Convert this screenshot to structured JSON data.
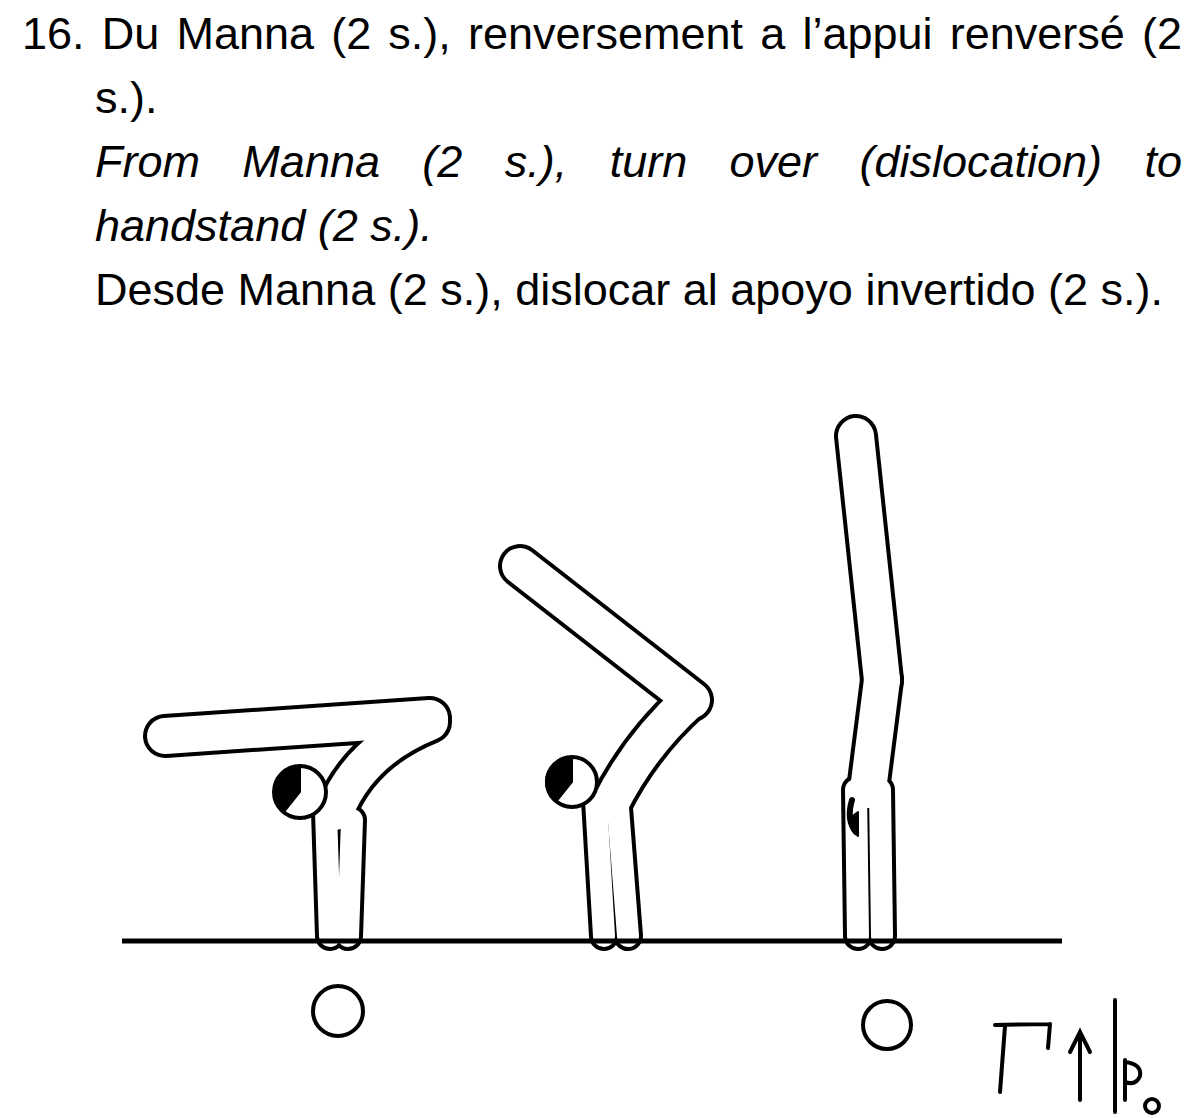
{
  "diagram": {
    "title": "16. Du Manna (2 s.), renversement a l’appui renversé (2 s.).",
    "labels": [
      "From Manna (2 s.), turn over (dislocation) to handstand (2 s.).",
      "Desde Manna (2 s.), dislocar al apoyo invertido (2 s.)."
    ]
  }
}
